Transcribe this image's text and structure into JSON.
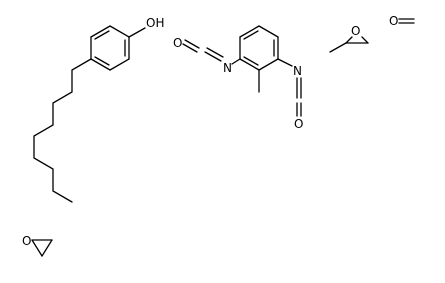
{
  "atoms": {
    "hydroxyl": "OH",
    "isocyanate1_oxygen": "O",
    "isocyanate1_nitrogen": "N",
    "isocyanate2_nitrogen": "N",
    "isocyanate2_oxygen": "O",
    "propylene_oxide_oxygen": "O",
    "formaldehyde_oxygen": "O",
    "ethylene_oxide_oxygen": "O"
  },
  "molecules": [
    "4-nonylphenol",
    "2,6-diisocyanato-toluene",
    "propylene-oxide",
    "formaldehyde",
    "ethylene-oxide"
  ],
  "colors": {
    "bond": "#000000",
    "background": "#ffffff"
  }
}
